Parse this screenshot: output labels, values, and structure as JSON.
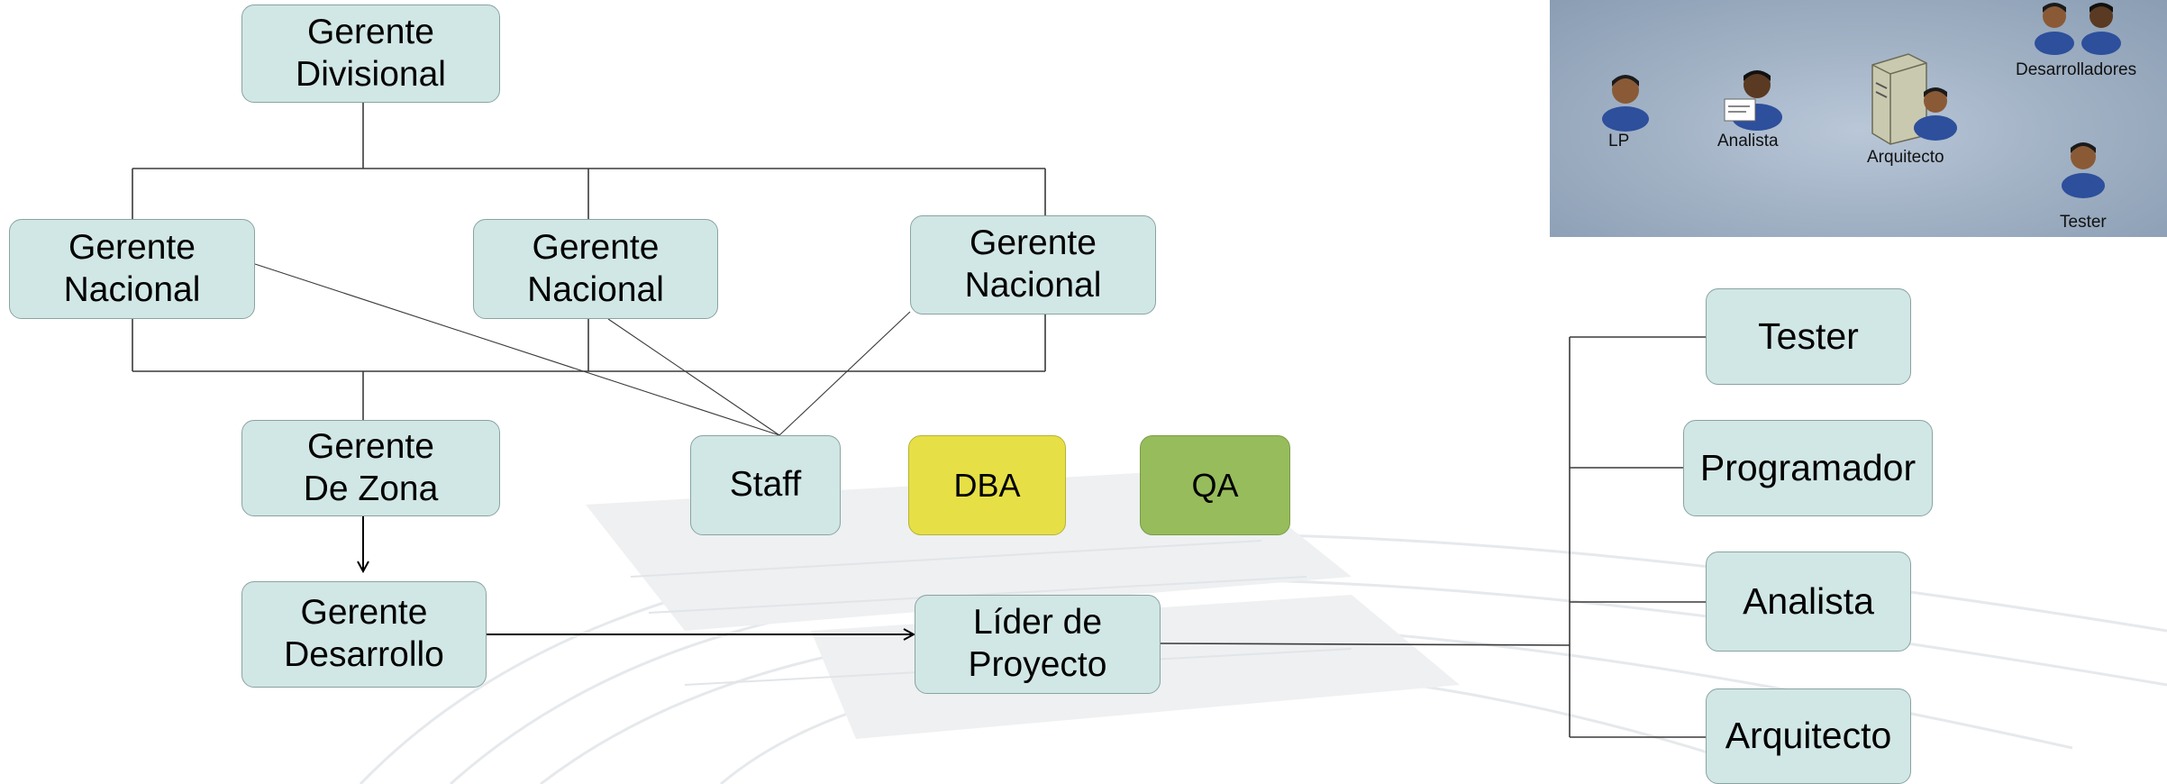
{
  "colors": {
    "node_fill": "#d1e7e5",
    "node_border": "#8aa3a1",
    "dba_fill": "#e6e046",
    "qa_fill": "#97bc5c",
    "line": "#3a3a3a"
  },
  "nodes": {
    "gerente_divisional": "Gerente\nDivisional",
    "gerente_nacional_1": "Gerente\nNacional",
    "gerente_nacional_2": "Gerente\nNacional",
    "gerente_nacional_3": "Gerente\nNacional",
    "gerente_de_zona": "Gerente\nDe Zona",
    "gerente_desarrollo": "Gerente\nDesarrollo",
    "staff": "Staff",
    "dba": "DBA",
    "qa": "QA",
    "lider_de_proyecto": "Líder de\nProyecto",
    "tester": "Tester",
    "programador": "Programador",
    "analista": "Analista",
    "arquitecto": "Arquitecto"
  },
  "inset": {
    "labels": {
      "lp": "LP",
      "analista": "Analista",
      "arquitecto": "Arquitecto",
      "desarrolladores": "Desarrolladores",
      "tester": "Tester"
    },
    "icons": [
      "person-icon",
      "analyst-person-icon",
      "server-person-icon",
      "developers-icon",
      "tester-person-icon"
    ]
  }
}
